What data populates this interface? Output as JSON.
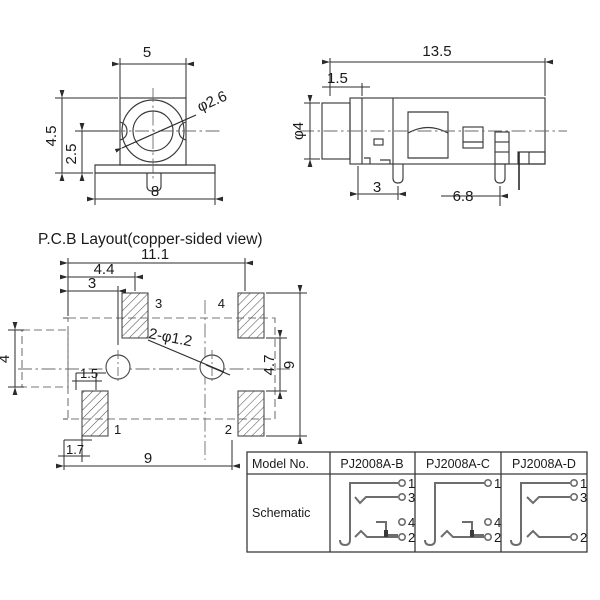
{
  "drawing": {
    "title_pcb": "P.C.B Layout(copper-sided view)",
    "front_view": {
      "dim_width_top": "5",
      "dim_height_outer": "4.5",
      "dim_height_inner": "2.5",
      "dim_width_bottom": "8",
      "dim_hole": "φ2.6"
    },
    "side_view": {
      "dim_total_length": "13.5",
      "dim_collar": "1.5",
      "dim_barrel_dia": "φ4",
      "dim_pin_first": "3",
      "dim_pin_span": "6.8"
    },
    "pcb_layout": {
      "dim_overall_width": "11.1",
      "dim_mid_width": "4.4",
      "dim_left_offset": "3",
      "dim_left_height": "4",
      "dim_small_offset": "1.5",
      "dim_hole_callout": "2-φ1.2",
      "dim_right_inner": "4.7",
      "dim_right_outer": "9",
      "dim_bottom_offset": "1.7",
      "dim_bottom_width": "9",
      "pad_labels": [
        "1",
        "2",
        "3",
        "4"
      ]
    }
  },
  "table": {
    "headers": [
      "Model No.",
      "PJ2008A-B",
      "PJ2008A-C",
      "PJ2008A-D"
    ],
    "row_label": "Schematic",
    "variants": [
      {
        "model": "PJ2008A-B",
        "pins": [
          "1",
          "3",
          "4",
          "2"
        ]
      },
      {
        "model": "PJ2008A-C",
        "pins": [
          "1",
          "4",
          "2"
        ]
      },
      {
        "model": "PJ2008A-D",
        "pins": [
          "1",
          "3",
          "2"
        ]
      }
    ]
  },
  "colors": {
    "line": "#3a3a3a",
    "line_dark": "#222222",
    "hatch": "#555555",
    "background": "#ffffff"
  }
}
